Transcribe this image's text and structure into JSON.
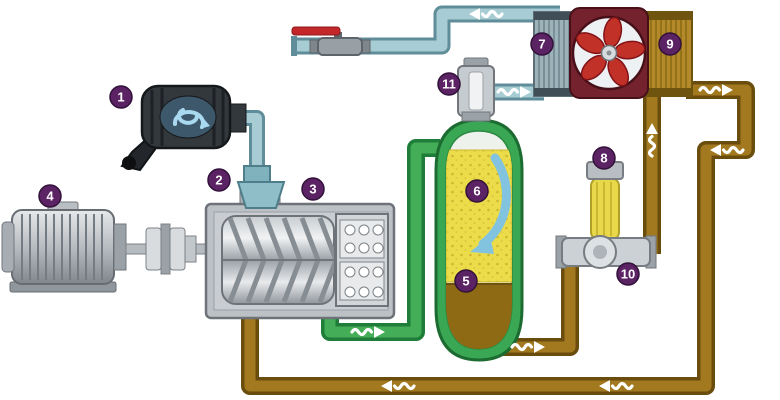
{
  "diagram": {
    "kind": "rotary-screw-compressor-oil-system-schematic",
    "badges": [
      {
        "label": "1",
        "component": "air-intake-filter"
      },
      {
        "label": "2",
        "component": "inlet-valve"
      },
      {
        "label": "3",
        "component": "compressor-airend"
      },
      {
        "label": "4",
        "component": "electric-motor"
      },
      {
        "label": "5",
        "component": "air-oil-separator-tank"
      },
      {
        "label": "6",
        "component": "separator-element"
      },
      {
        "label": "7",
        "component": "aftercooler"
      },
      {
        "label": "8",
        "component": "oil-filter"
      },
      {
        "label": "9",
        "component": "cooling-fan-oil-cooler"
      },
      {
        "label": "10",
        "component": "thermostatic-valve"
      },
      {
        "label": "11",
        "component": "minimum-pressure-valve"
      }
    ],
    "palette": {
      "air_pipe": "#a7ccd4",
      "air_pipe_edge": "#5f8d99",
      "air_oil_pipe": "#43ad57",
      "air_oil_pipe_edge": "#1f7d39",
      "oil_pipe": "#a2791e",
      "oil_pipe_edge": "#6a4d0d",
      "tank_green": "#39a753",
      "separator_yellow": "#ecdc49",
      "oil_brown": "#8d6a13",
      "fan_red": "#c23128",
      "fan_frame": "#74232e",
      "valve_handle_red": "#c4272a",
      "badge_purple": "#5b2363",
      "flow_arrow": "#ffffff"
    }
  }
}
